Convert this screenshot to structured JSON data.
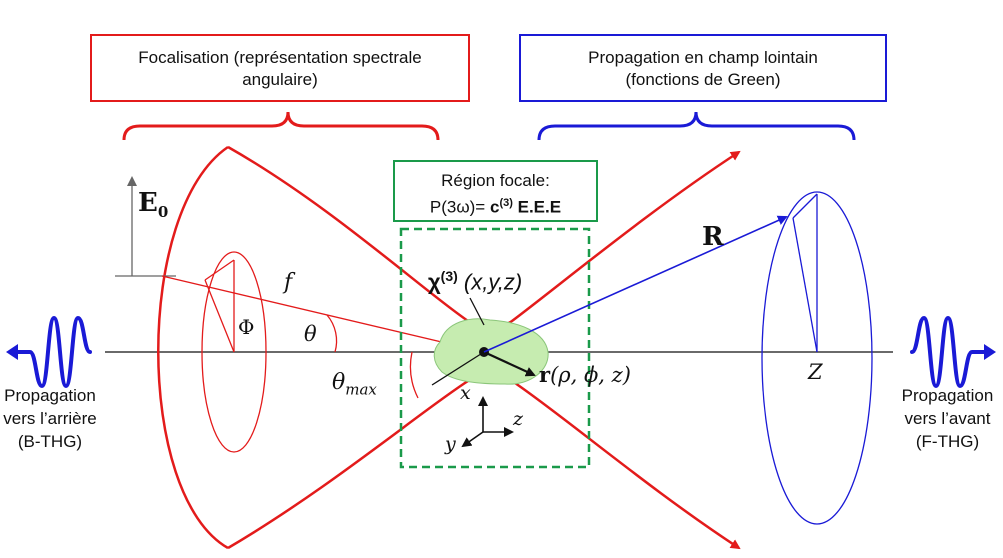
{
  "boxes": {
    "focalisation": "Focalisation (représentation spectrale angulaire)",
    "propagation_far": "Propagation en champ lointain (fonctions de Green)",
    "focal_region_title": "Région focale:",
    "focal_region_formula_prefix": "P(3ω)= ",
    "focal_region_formula_c": "c",
    "focal_region_formula_c_sup": "(3)",
    "focal_region_formula_suffix": " E.E.E"
  },
  "side_labels": {
    "backward_line1": "Propagation",
    "backward_line2": "vers l’arrière",
    "backward_line3": "(B-THG)",
    "forward_line1": "Propagation",
    "forward_line2": "vers l’avant",
    "forward_line3": "(F-THG)"
  },
  "symbols": {
    "E0": "E",
    "E0_sub": "0",
    "f": "f",
    "Phi": "Φ",
    "theta": "θ",
    "theta_max": "θ",
    "theta_max_sub": "max",
    "chi": "χ",
    "chi_sup": "(3)",
    "chi_args": " (x,y,z)",
    "R": "R",
    "r_vec": "r",
    "r_args": "(ρ, ϕ, z)",
    "axis_x": "x",
    "axis_y": "y",
    "axis_z": "z",
    "Z": "Z"
  },
  "colors": {
    "red": "#e31b1b",
    "blue": "#1a1ad6",
    "green_box": "#1a9a4a",
    "focal_fill": "#c6ecb0",
    "text": "#111111"
  }
}
